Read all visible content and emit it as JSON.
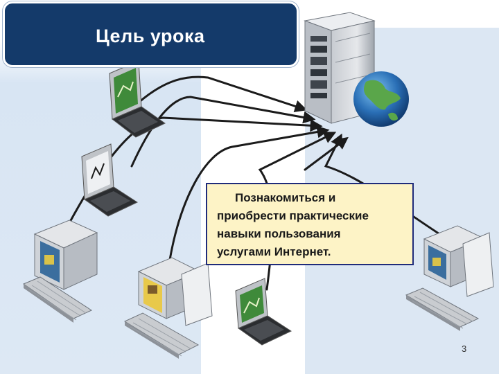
{
  "title": "Цель урока",
  "callout": {
    "lines": [
      "Познакомиться и",
      "приобрести практические",
      "навыки пользования",
      "услугами Интернет."
    ]
  },
  "page_number": "3",
  "colors": {
    "title_bg": "#143a6a",
    "callout_bg": "#fdf3c6",
    "callout_border": "#1f2b7a",
    "cable": "#1b1b1b"
  },
  "icons": [
    "server-icon",
    "globe-icon",
    "laptop-icon",
    "desktop-computer-icon",
    "keyboard-icon"
  ]
}
